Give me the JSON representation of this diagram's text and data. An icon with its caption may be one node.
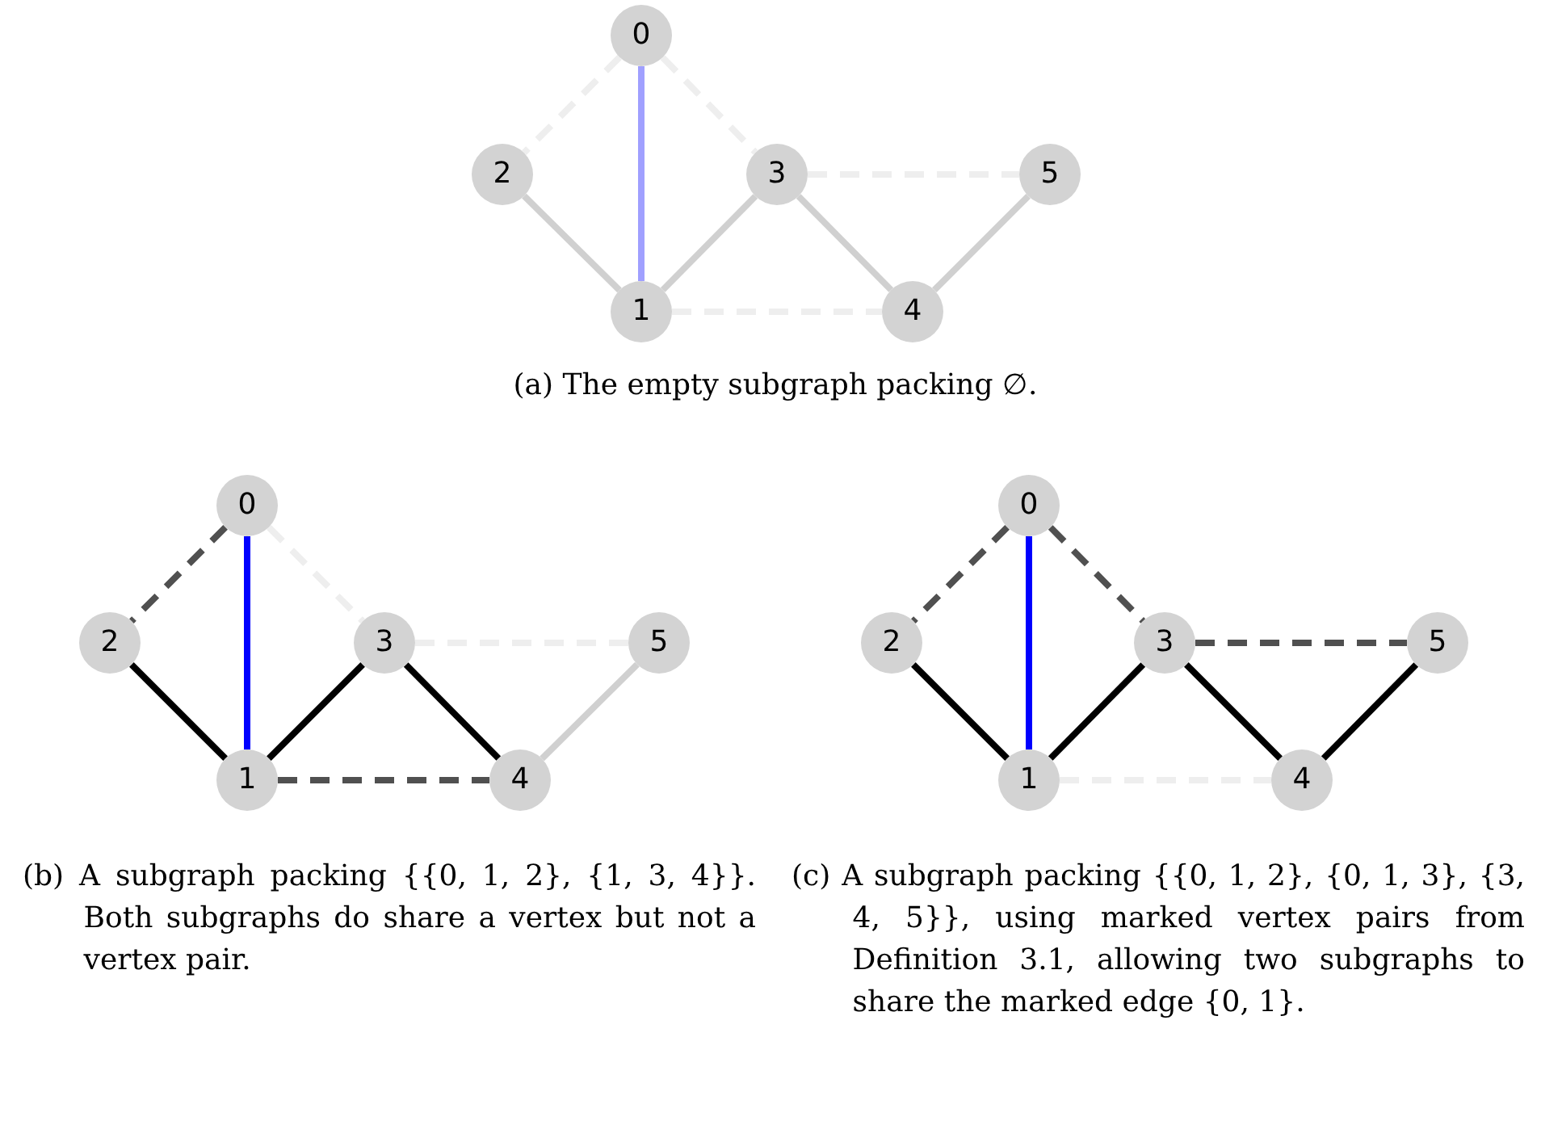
{
  "diagram": {
    "nodes": [
      {
        "text": [
          "0"
        ]
      },
      {
        "text": [
          "2"
        ]
      },
      {
        "text": [
          "3"
        ]
      },
      {
        "text": [
          "5"
        ]
      },
      {
        "text": [
          "1"
        ]
      },
      {
        "text": [
          "4"
        ]
      },
      {
        "text": [
          "0"
        ]
      },
      {
        "text": [
          "2"
        ]
      },
      {
        "text": [
          "3"
        ]
      },
      {
        "text": [
          "5"
        ]
      },
      {
        "text": [
          "1"
        ]
      },
      {
        "text": [
          "4"
        ]
      },
      {
        "text": [
          "0"
        ]
      },
      {
        "text": [
          "2"
        ]
      },
      {
        "text": [
          "3"
        ]
      },
      {
        "text": [
          "5"
        ]
      },
      {
        "text": [
          "1"
        ]
      },
      {
        "text": [
          "4"
        ]
      }
    ],
    "edges": [
      {
        "from": 0,
        "to": 4,
        "arrow": "none",
        "color": "#a0a0ff"
      },
      {
        "from": 0,
        "to": 1,
        "arrow": "none",
        "style": "dashed",
        "color": "#eeeeee"
      },
      {
        "from": 0,
        "to": 2,
        "arrow": "none",
        "style": "dashed",
        "color": "#eeeeee"
      },
      {
        "from": 1,
        "to": 4,
        "arrow": "none",
        "color": "#d0d0d0"
      },
      {
        "from": 4,
        "to": 2,
        "arrow": "none",
        "color": "#d0d0d0"
      },
      {
        "from": 2,
        "to": 3,
        "arrow": "none",
        "style": "dashed",
        "color": "#eeeeee"
      },
      {
        "from": 2,
        "to": 5,
        "arrow": "none",
        "color": "#d0d0d0"
      },
      {
        "from": 3,
        "to": 5,
        "arrow": "none",
        "color": "#d0d0d0"
      },
      {
        "from": 4,
        "to": 5,
        "arrow": "none",
        "style": "dashed",
        "color": "#eeeeee"
      },
      {
        "from": 6,
        "to": 10,
        "arrow": "none",
        "color": "#0000ff"
      },
      {
        "from": 6,
        "to": 7,
        "arrow": "none",
        "style": "dashed",
        "color": "#505050"
      },
      {
        "from": 6,
        "to": 8,
        "arrow": "none",
        "style": "dashed",
        "color": "#eeeeee"
      },
      {
        "from": 7,
        "to": 10,
        "arrow": "none",
        "color": "#000000"
      },
      {
        "from": 10,
        "to": 8,
        "arrow": "none",
        "color": "#000000"
      },
      {
        "from": 8,
        "to": 9,
        "arrow": "none",
        "style": "dashed",
        "color": "#eeeeee"
      },
      {
        "from": 8,
        "to": 11,
        "arrow": "none",
        "color": "#000000"
      },
      {
        "from": 9,
        "to": 11,
        "arrow": "none",
        "color": "#d0d0d0"
      },
      {
        "from": 10,
        "to": 11,
        "arrow": "none",
        "style": "dashed",
        "color": "#505050"
      },
      {
        "from": 12,
        "to": 16,
        "arrow": "none",
        "color": "#0000ff"
      },
      {
        "from": 12,
        "to": 13,
        "arrow": "none",
        "style": "dashed",
        "color": "#505050"
      },
      {
        "from": 12,
        "to": 14,
        "arrow": "none",
        "style": "dashed",
        "color": "#505050"
      },
      {
        "from": 13,
        "to": 16,
        "arrow": "none",
        "color": "#000000"
      },
      {
        "from": 16,
        "to": 14,
        "arrow": "none",
        "color": "#000000"
      },
      {
        "from": 14,
        "to": 15,
        "arrow": "none",
        "style": "dashed",
        "color": "#505050"
      },
      {
        "from": 14,
        "to": 17,
        "arrow": "none",
        "color": "#000000"
      },
      {
        "from": 15,
        "to": 17,
        "arrow": "none",
        "color": "#000000"
      },
      {
        "from": 16,
        "to": 17,
        "arrow": "none",
        "style": "dashed",
        "color": "#eeeeee"
      }
    ],
    "labels": [
      "(a) The empty subgraph packing ∅.",
      "(b) A subgraph packing {{0, 1, 2}, {1, 3, 4}}. Both subgraphs do share a vertex but not a vertex pair.",
      "(c) A subgraph packing {{0, 1, 2}, {0, 1, 3}, {3, 4, 5}}, using marked vertex pairs from Definition 3.1, allowing two subgraphs to share the marked edge {0, 1}."
    ]
  }
}
